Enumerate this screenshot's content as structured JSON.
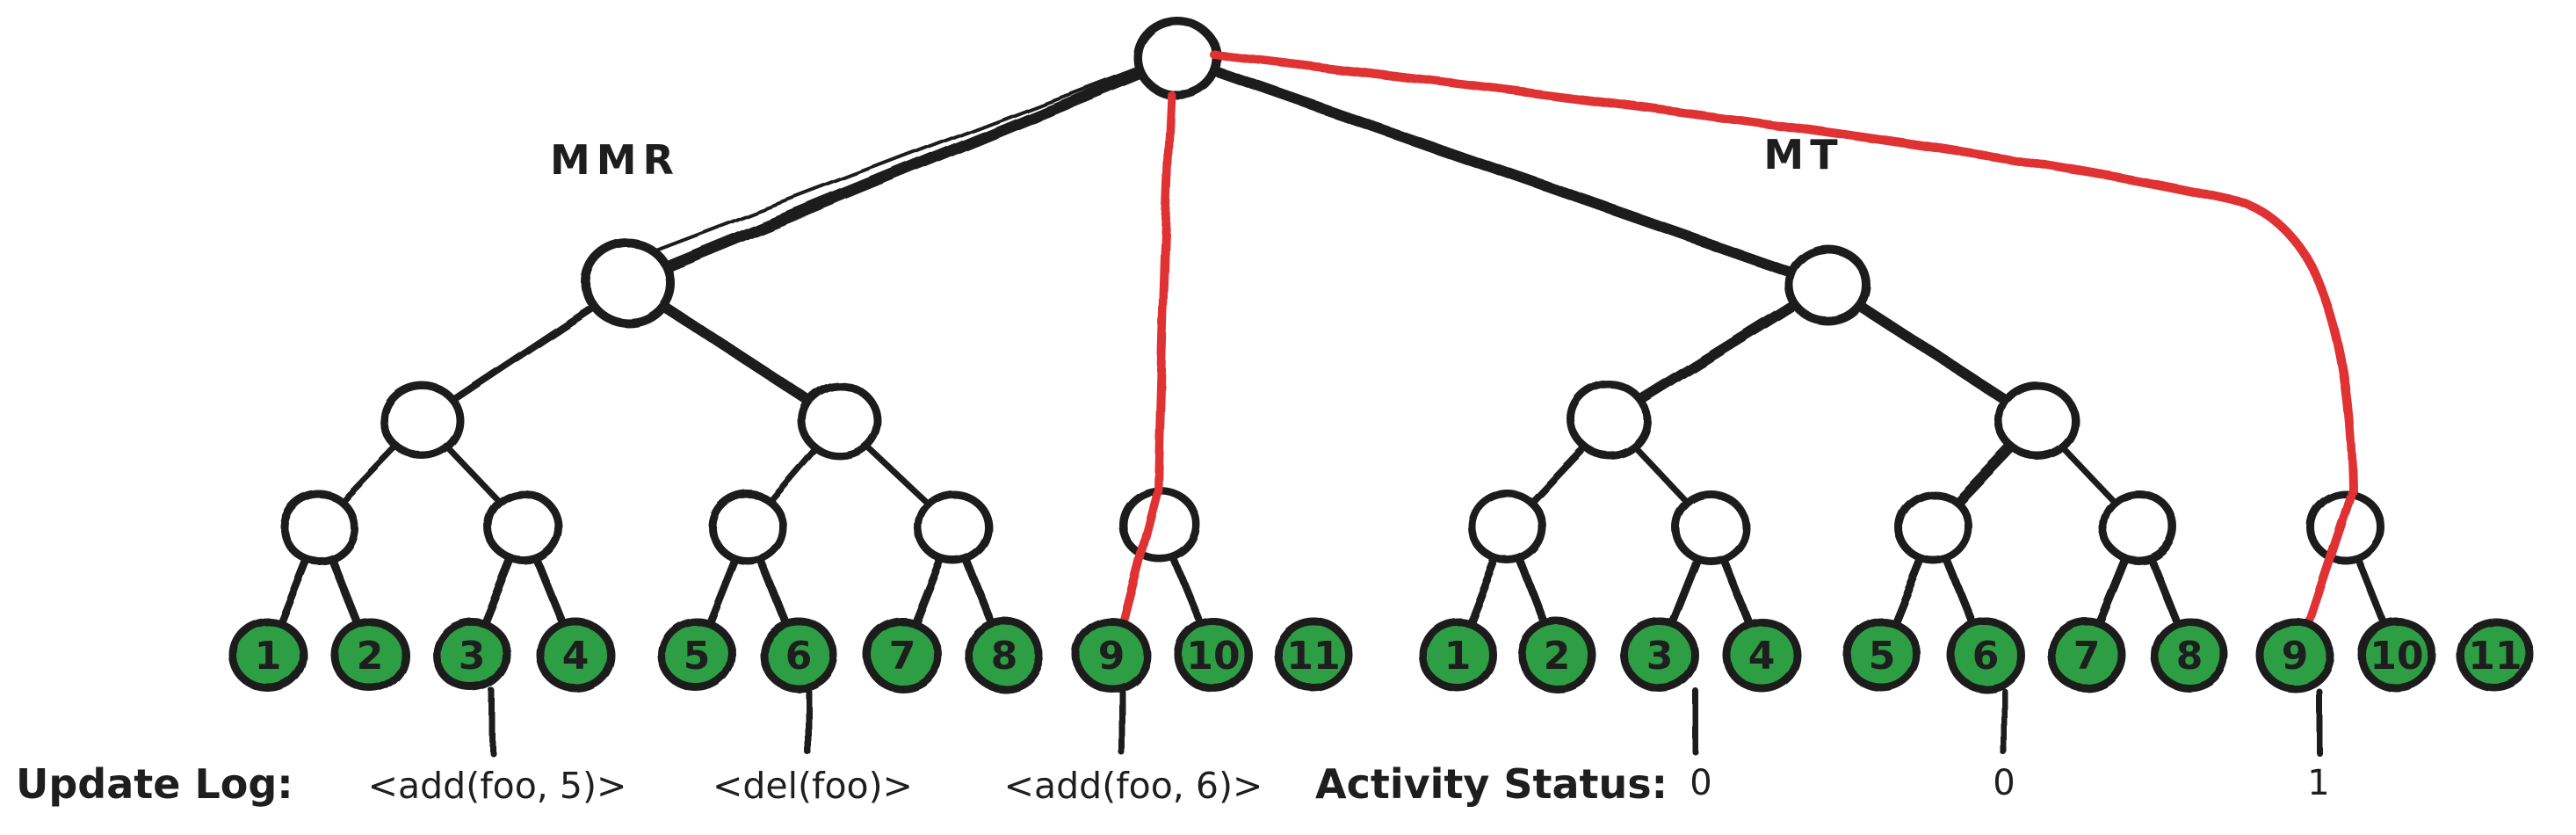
{
  "page": {
    "background": "#ffffff"
  },
  "diagram": {
    "trees": [
      {
        "id": "mmr",
        "label": "MMR",
        "leaf_labels": [
          "1",
          "2",
          "3",
          "4",
          "5",
          "6",
          "7",
          "8",
          "9",
          "10",
          "11"
        ],
        "highlighted_leaf": "9"
      },
      {
        "id": "mt",
        "label": "MT",
        "leaf_labels": [
          "1",
          "2",
          "3",
          "4",
          "5",
          "6",
          "7",
          "8",
          "9",
          "10",
          "11"
        ],
        "highlighted_leaf": "9"
      }
    ],
    "update_log": {
      "label": "Update Log:",
      "entries": [
        "<add(foo, 5)>",
        "<del(foo)>",
        "<add(foo, 6)>"
      ]
    },
    "activity_status": {
      "label": "Activity Status:",
      "values": [
        "0",
        "0",
        "1"
      ]
    },
    "colors": {
      "stroke": "#1e1e1e",
      "leaf_fill": "#2f9e44",
      "node_fill": "#ffffff",
      "highlight": "#e03131"
    }
  }
}
